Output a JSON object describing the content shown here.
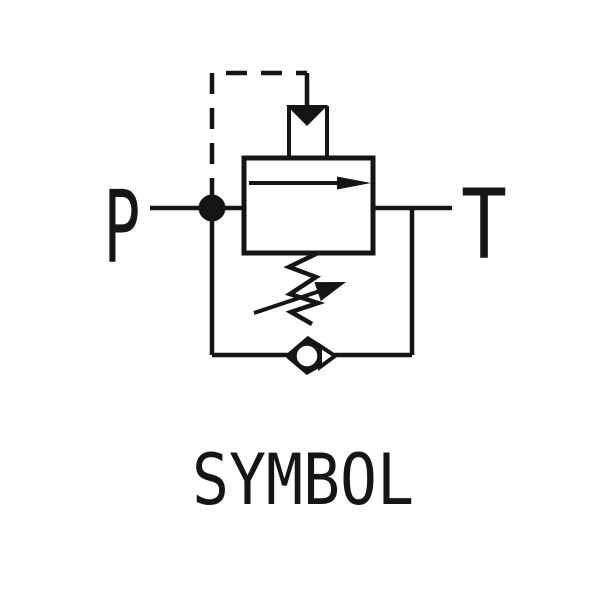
{
  "diagram": {
    "caption": "SYMBOL",
    "ports": {
      "pressure_label": "P",
      "tank_label": "T"
    },
    "colors": {
      "ink": "#151515",
      "background": "#ffffff"
    },
    "components": [
      "pilot-line-dashed",
      "pilot-actuator-triangle",
      "relief-valve-body",
      "flow-arrow",
      "adjustable-spring",
      "spring-adjustment-arrow",
      "junction-dot",
      "check-valve",
      "bypass-line"
    ]
  }
}
